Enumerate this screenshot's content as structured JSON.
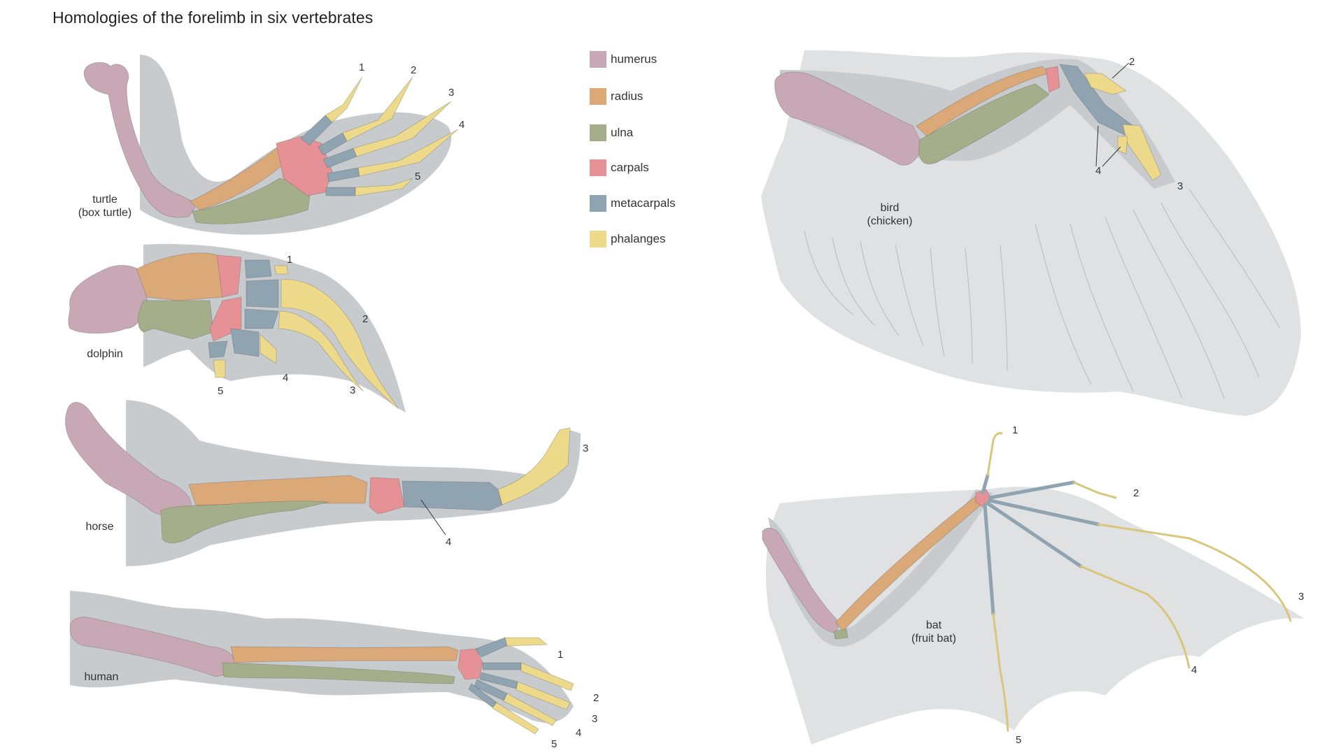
{
  "title": "Homologies of the forelimb in six vertebrates",
  "colors": {
    "humerus": "#c9a8b6",
    "radius": "#dba878",
    "ulna": "#a4ae8a",
    "carpals": "#e59196",
    "metacarpals": "#8fa3b0",
    "phalanges": "#ecd98a",
    "shadow": "#c8cbce",
    "membrane": "#dfe1e3"
  },
  "legend": [
    {
      "key": "humerus",
      "label": "humerus"
    },
    {
      "key": "radius",
      "label": "radius"
    },
    {
      "key": "ulna",
      "label": "ulna"
    },
    {
      "key": "carpals",
      "label": "carpals"
    },
    {
      "key": "metacarpals",
      "label": "metacarpals"
    },
    {
      "key": "phalanges",
      "label": "phalanges"
    }
  ],
  "specimens": {
    "turtle": {
      "name": "turtle",
      "subname": "(box turtle)",
      "digits": [
        "1",
        "2",
        "3",
        "4",
        "5"
      ]
    },
    "dolphin": {
      "name": "dolphin",
      "digits": [
        "1",
        "2",
        "3",
        "4",
        "5"
      ]
    },
    "horse": {
      "name": "horse",
      "digits": [
        "3",
        "4"
      ]
    },
    "human": {
      "name": "human",
      "digits": [
        "1",
        "2",
        "3",
        "4",
        "5"
      ]
    },
    "bird": {
      "name": "bird",
      "subname": "(chicken)",
      "digits": [
        "2",
        "3",
        "4"
      ]
    },
    "bat": {
      "name": "bat",
      "subname": "(fruit bat)",
      "digits": [
        "1",
        "2",
        "3",
        "4",
        "5"
      ]
    }
  }
}
